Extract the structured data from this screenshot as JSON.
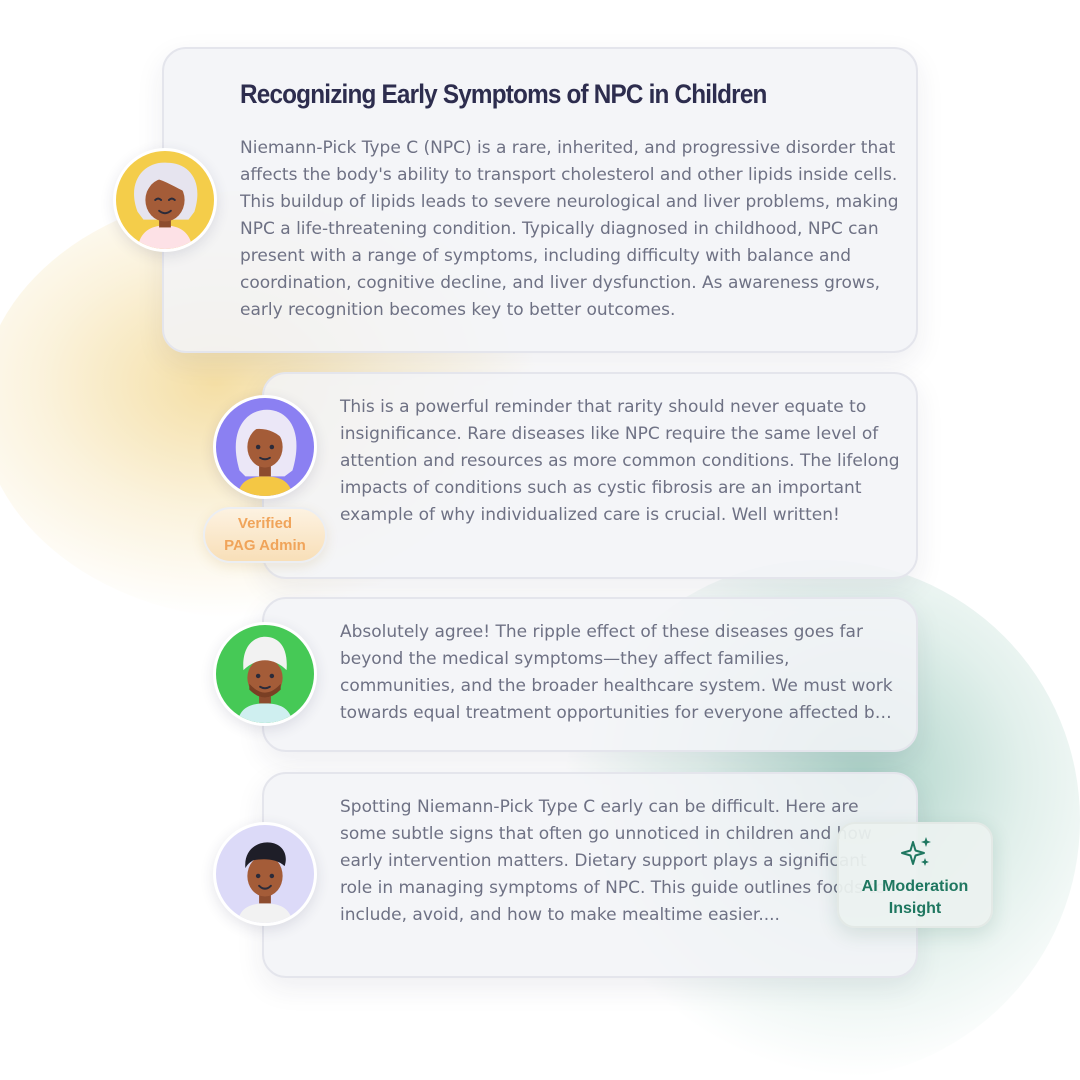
{
  "post": {
    "title": "Recognizing Early Symptoms of NPC in Children",
    "body": "Niemann-Pick Type C (NPC) is a rare, inherited, and progressive disorder that affects the body's ability to transport cholesterol and other lipids inside cells. This buildup of lipids leads to severe neurological and liver problems, making NPC a life-threatening condition. Typically diagnosed in childhood, NPC can present with a range of symptoms, including difficulty with balance and coordination, cognitive decline, and liver dysfunction. As awareness grows, early recognition becomes key to better outcomes.",
    "avatar": "woman-white-hair-avatar"
  },
  "comments": [
    {
      "text": "This is a powerful reminder that rarity should never equate to insignificance. Rare diseases like NPC require the same level of attention and resources as more common conditions. The lifelong impacts of conditions such as cystic fibrosis are an important example of why individualized care is crucial. Well written!",
      "avatar": "woman-lavender-hair-avatar",
      "badge": {
        "line1": "Verified",
        "line2": "PAG Admin"
      }
    },
    {
      "text": "Absolutely agree! The ripple effect of these diseases goes far beyond the medical symptoms—they affect families, communities, and the broader healthcare system. We must work towards equal treatment opportunities for everyone affected by rare diseases.",
      "avatar": "man-turban-avatar"
    },
    {
      "text": "Spotting Niemann-Pick Type C early can be difficult. Here are some subtle signs that often go unnoticed in children and how early intervention matters. Dietary support plays a significant role in managing symptoms of NPC. This guide outlines foods to include, avoid, and how to make mealtime easier....",
      "avatar": "man-dark-hair-avatar"
    }
  ],
  "ai_insight": {
    "icon": "sparkles-icon",
    "line1": "AI Moderation",
    "line2": "Insight"
  },
  "colors": {
    "title": "#2d2d4e",
    "body_text": "#6e7184",
    "card_bg": "#f2f3f7",
    "badge_text": "#f0a45a",
    "ai_accent": "#1f7760",
    "glow_yellow": "#ecc45c",
    "glow_green": "#3c967d"
  }
}
